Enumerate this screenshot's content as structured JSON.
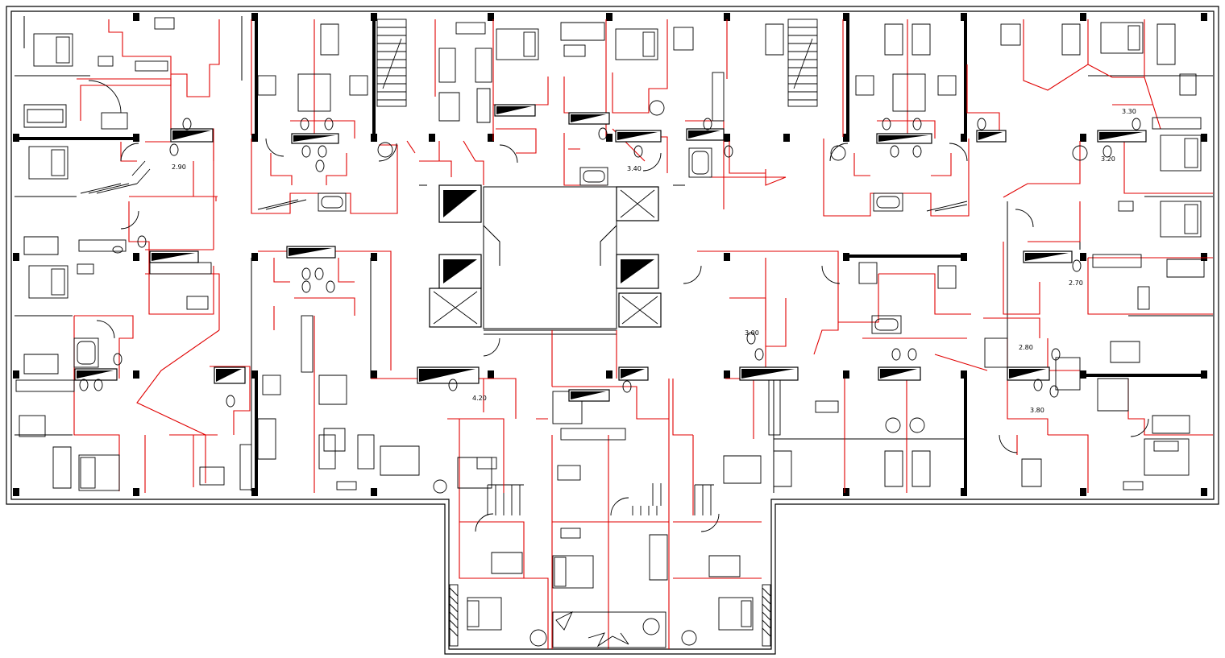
{
  "drawing": {
    "colors": {
      "wall_black": "#000000",
      "wall_red": "#e00000",
      "background": "#ffffff"
    },
    "labels": [
      {
        "id": "area-2-90-a",
        "text": "2.90"
      },
      {
        "id": "area-3-40",
        "text": "3.40"
      },
      {
        "id": "area-3-30",
        "text": "3.30"
      },
      {
        "id": "area-3-20",
        "text": "3.20"
      },
      {
        "id": "area-2-70",
        "text": "2.70"
      },
      {
        "id": "area-3-00",
        "text": "3.00"
      },
      {
        "id": "area-4-20",
        "text": "4.20"
      },
      {
        "id": "area-2-80",
        "text": "2.80"
      },
      {
        "id": "area-3-80",
        "text": "3.80"
      }
    ],
    "icons": [
      "stair-icon",
      "elevator-icon",
      "bed-icon",
      "sofa-icon",
      "dining-table-icon",
      "toilet-icon",
      "bathtub-icon",
      "plant-icon"
    ]
  }
}
